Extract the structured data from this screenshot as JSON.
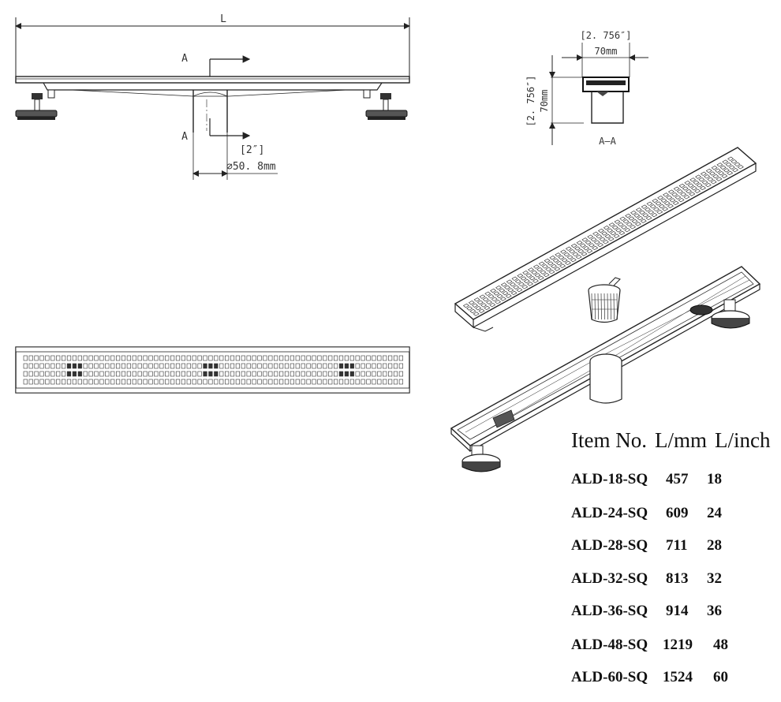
{
  "front_view": {
    "length_label": "L",
    "section_mark_top": "A",
    "section_mark_bottom": "A",
    "outlet_imperial": "[2″]",
    "outlet_metric": "∅50. 8mm"
  },
  "section_view": {
    "width_imperial": "[2. 756″]",
    "width_metric": "70mm",
    "height_imperial": "[2. 756″]",
    "height_metric": "70mm",
    "caption": "A–A"
  },
  "item_table": {
    "headers": [
      "Item No.",
      "L/mm",
      "L/inch"
    ],
    "rows": [
      [
        "ALD-18-SQ",
        "457",
        "18"
      ],
      [
        "ALD-24-SQ",
        "609",
        "24"
      ],
      [
        "ALD-28-SQ",
        "711",
        "28"
      ],
      [
        "ALD-32-SQ",
        "813",
        "32"
      ],
      [
        "ALD-36-SQ",
        "914",
        "36"
      ],
      [
        "ALD-48-SQ",
        "1219",
        "48"
      ],
      [
        "ALD-60-SQ",
        "1524",
        "60"
      ]
    ]
  }
}
